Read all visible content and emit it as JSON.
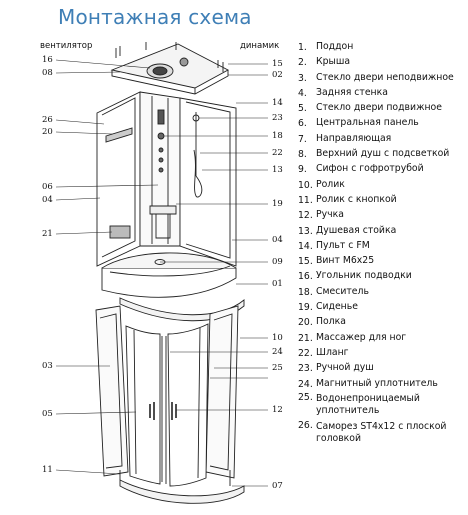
{
  "title": "Монтажная схема",
  "callouts": {
    "ventilator": "вентилятор",
    "dinamik": "динамик"
  },
  "numbers": [
    "16",
    "08",
    "15",
    "02",
    "14",
    "26",
    "20",
    "23",
    "18",
    "22",
    "13",
    "06",
    "04",
    "19",
    "21",
    "04",
    "09",
    "01",
    "10",
    "24",
    "03",
    "25",
    "05",
    "12",
    "11",
    "07"
  ],
  "legend": [
    {
      "n": "1.",
      "t": "Поддон"
    },
    {
      "n": "2.",
      "t": "Крыша"
    },
    {
      "n": "3.",
      "t": "Стекло двери неподвижное"
    },
    {
      "n": "4.",
      "t": "Задняя стенка"
    },
    {
      "n": "5.",
      "t": "Стекло двери подвижное"
    },
    {
      "n": "6.",
      "t": "Центральная панель"
    },
    {
      "n": "7.",
      "t": "Направляющая"
    },
    {
      "n": "8.",
      "t": "Верхний душ с подсветкой"
    },
    {
      "n": "9.",
      "t": "Сифон с гофротрубой"
    },
    {
      "n": "10.",
      "t": "Ролик"
    },
    {
      "n": "11.",
      "t": "Ролик с кнопкой"
    },
    {
      "n": "12.",
      "t": "Ручка"
    },
    {
      "n": "13.",
      "t": "Душевая стойка"
    },
    {
      "n": "14.",
      "t": "Пульт с FM"
    },
    {
      "n": "15.",
      "t": "Винт M6x25"
    },
    {
      "n": "16.",
      "t": "Угольник подводки"
    },
    {
      "n": "18.",
      "t": "Смеситель"
    },
    {
      "n": "19.",
      "t": "Сиденье"
    },
    {
      "n": "20.",
      "t": "Полка"
    },
    {
      "n": "21.",
      "t": "Массажер для ног"
    },
    {
      "n": "22.",
      "t": "Шланг"
    },
    {
      "n": "23.",
      "t": "Ручной душ"
    },
    {
      "n": "24.",
      "t": "Магнитный уплотнитель"
    },
    {
      "n": "25.",
      "t": "Водонепроницаемый уплотнитель"
    },
    {
      "n": "26.",
      "t": "Саморез ST4x12 с плоской головкой"
    }
  ]
}
